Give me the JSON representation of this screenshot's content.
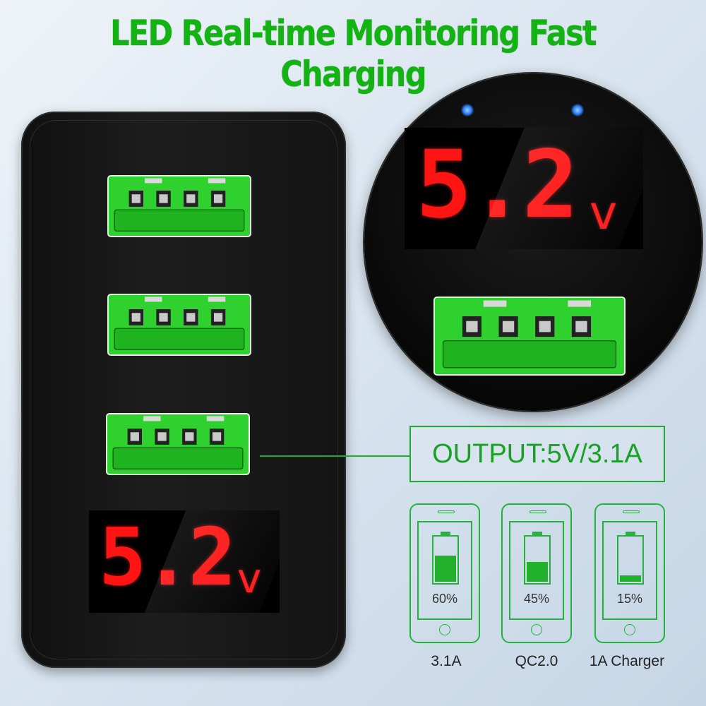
{
  "headline": "LED Real-time Monitoring Fast Charging",
  "display": {
    "value": "5.2",
    "unit": "v"
  },
  "output_label": "OUTPUT:5V/3.1A",
  "phones": [
    {
      "battery_percent": 60,
      "percent_label": "60%",
      "label": "3.1A"
    },
    {
      "battery_percent": 45,
      "percent_label": "45%",
      "label": "QC2.0"
    },
    {
      "battery_percent": 15,
      "percent_label": "15%",
      "label": "1A Charger"
    }
  ],
  "colors": {
    "headline_green": "#12b312",
    "led_red": "#ff1414",
    "usb_green": "#2fd12f",
    "indicator_blue": "#2a7cff",
    "outline_green": "#1fae2b"
  }
}
